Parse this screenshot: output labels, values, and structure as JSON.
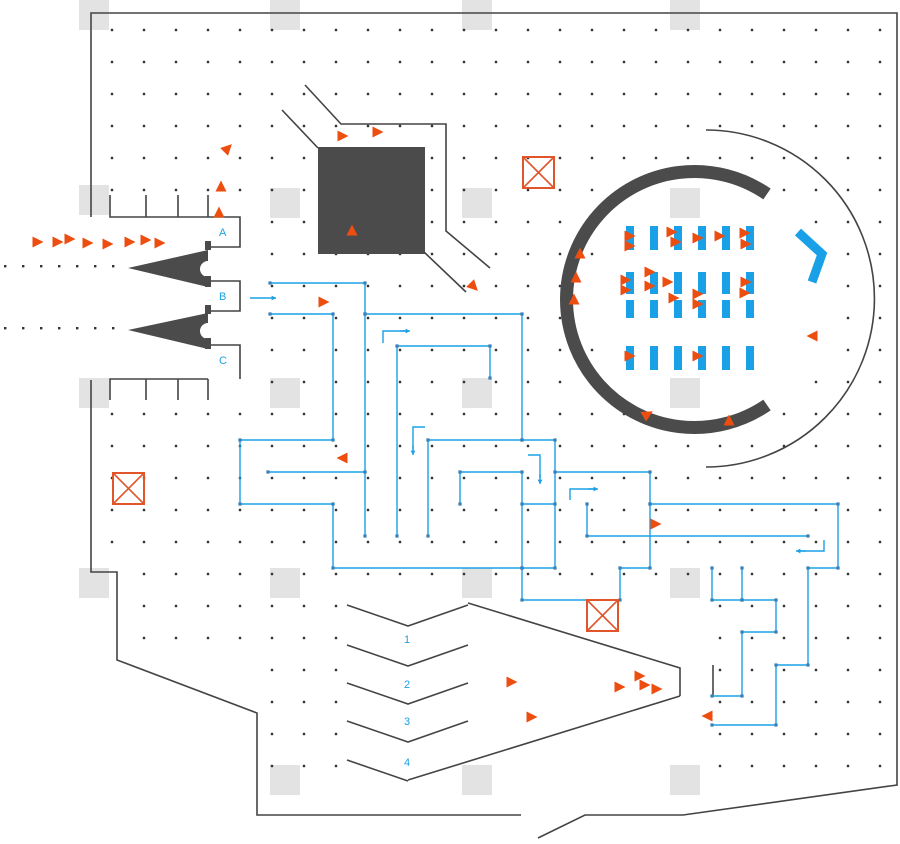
{
  "colors": {
    "wall": "#444444",
    "dark_fill": "#4b4b4b",
    "route": "#1aa0e6",
    "person": "#ee4d10",
    "column": "#e3e3e3",
    "grid_dot": "#333333",
    "crate": "#e0552a",
    "background": "#ffffff"
  },
  "entrances": [
    {
      "id": "A",
      "label": "A"
    },
    {
      "id": "B",
      "label": "B"
    },
    {
      "id": "C",
      "label": "C"
    }
  ],
  "queue_lanes": [
    {
      "id": "1",
      "label": "1"
    },
    {
      "id": "2",
      "label": "2"
    },
    {
      "id": "3",
      "label": "3"
    },
    {
      "id": "4",
      "label": "4"
    }
  ],
  "icons": {
    "person": "person-marker-icon",
    "crate": "crate-icon",
    "flow_arrow": "flow-arrow-icon",
    "column": "column-icon"
  }
}
